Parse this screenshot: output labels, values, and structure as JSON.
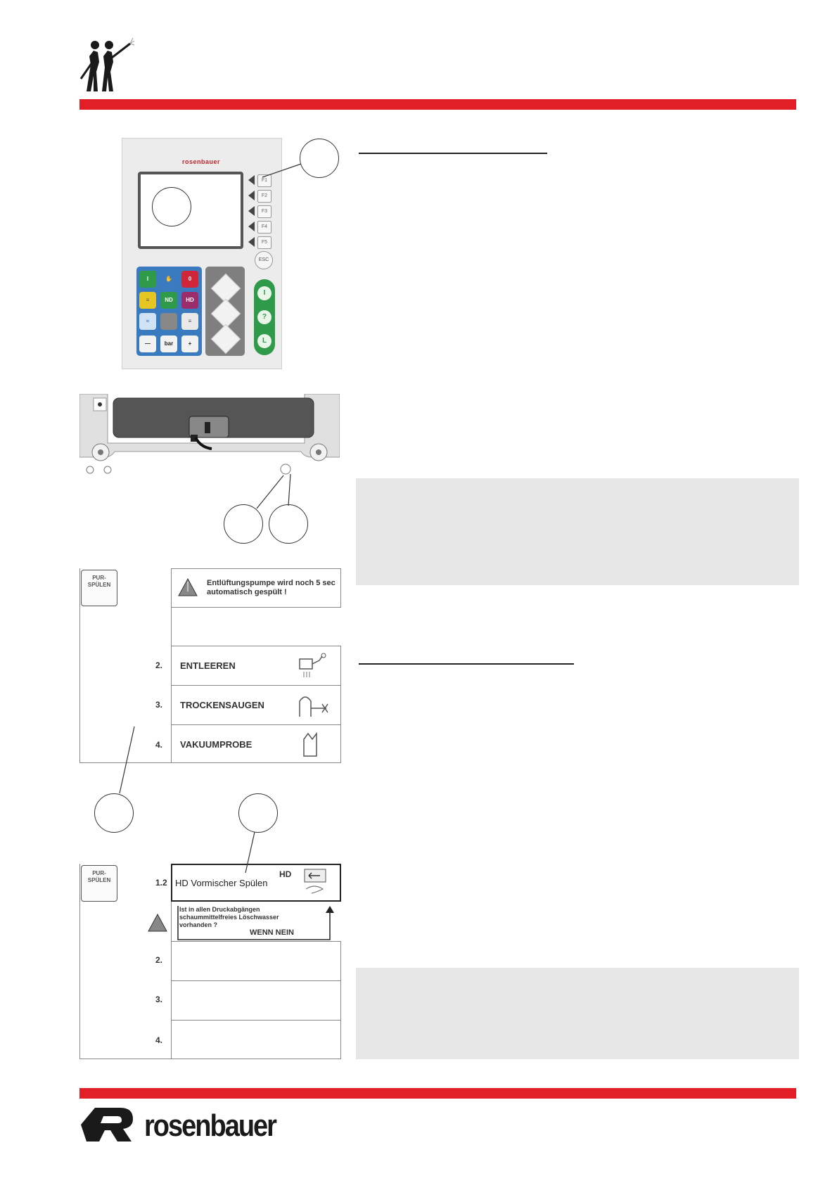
{
  "header": {
    "logo_icon": "firefighters-icon"
  },
  "footer": {
    "brand_name": "rosenbauer",
    "logo_icon": "rosenbauer-r-logo-icon"
  },
  "colors": {
    "accent_red": "#e21f26",
    "gray_box": "#e6e6e6"
  },
  "control_panel": {
    "brand_label": "rosenbauer",
    "function_keys": [
      "F1",
      "F2",
      "F3",
      "F4",
      "F5"
    ],
    "esc_label": "ESC",
    "blue_keys": [
      "I",
      "0",
      "ND",
      "HD"
    ],
    "pressure_keys": [
      "—",
      "bar",
      "+"
    ],
    "green_keys": [
      "I",
      "?",
      "L"
    ]
  },
  "program_screen": {
    "warning_text": "Entlüftungspumpe wird noch 5 sec automatisch gespült !",
    "pur_label": "PUR-SPÜLEN",
    "rows": [
      {
        "num": "2.",
        "label": "ENTLEEREN"
      },
      {
        "num": "3.",
        "label": "TROCKENSAUGEN"
      },
      {
        "num": "4.",
        "label": "VAKUUMPROBE"
      }
    ]
  },
  "rinse_screen": {
    "pur_label": "PUR-SPÜLEN",
    "step_num": "1.2",
    "step_label": "HD Vormischer Spülen",
    "hd_badge": "HD",
    "question_text": "Ist in allen Druckabgängen schaummittelfreies Löschwasser vorhanden ?",
    "answer_label": "WENN NEIN",
    "empty_rows": [
      "2.",
      "3.",
      "4."
    ]
  }
}
